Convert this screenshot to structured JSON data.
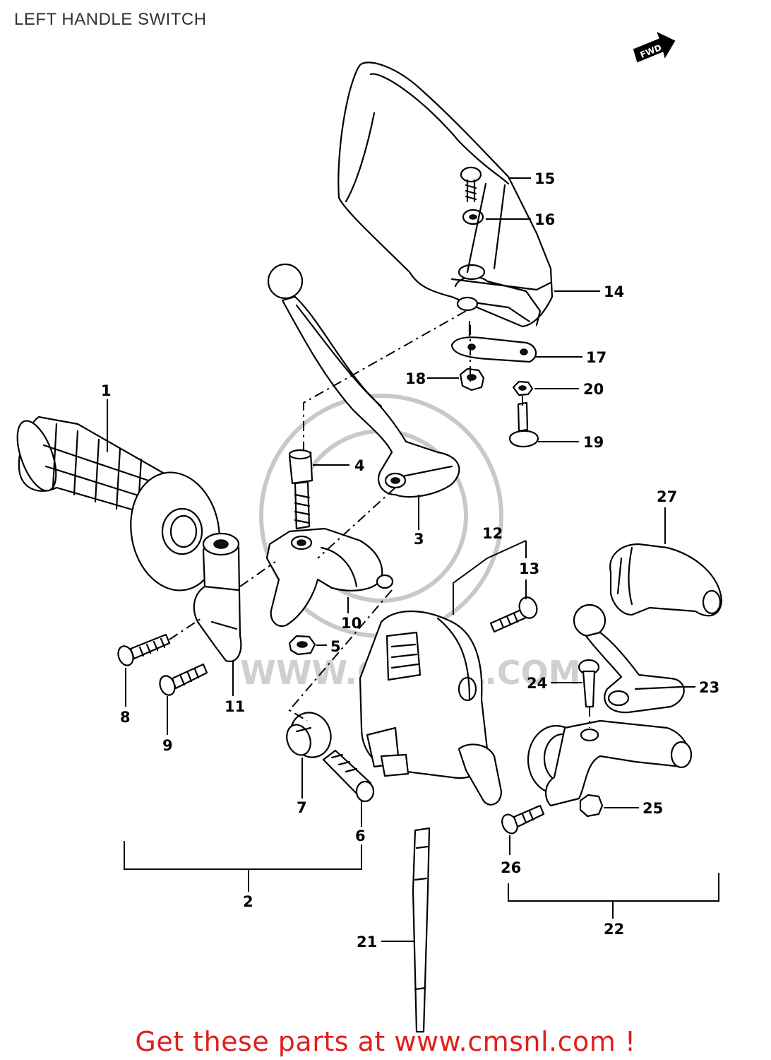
{
  "title": "LEFT HANDLE SWITCH",
  "forward_marker": "FWD",
  "watermark": "WWW.CMSNL.COM",
  "footer": "Get these parts at www.cmsnl.com !",
  "colors": {
    "footer": "#e0201c",
    "title": "#333333",
    "lines": "#000000"
  },
  "parts": [
    {
      "id": "1",
      "label": "1"
    },
    {
      "id": "2",
      "label": "2"
    },
    {
      "id": "3",
      "label": "3"
    },
    {
      "id": "4",
      "label": "4"
    },
    {
      "id": "5",
      "label": "5"
    },
    {
      "id": "6",
      "label": "6"
    },
    {
      "id": "7",
      "label": "7"
    },
    {
      "id": "8",
      "label": "8"
    },
    {
      "id": "9",
      "label": "9"
    },
    {
      "id": "10",
      "label": "10"
    },
    {
      "id": "11",
      "label": "11"
    },
    {
      "id": "12",
      "label": "12"
    },
    {
      "id": "13",
      "label": "13"
    },
    {
      "id": "14",
      "label": "14"
    },
    {
      "id": "15",
      "label": "15"
    },
    {
      "id": "16",
      "label": "16"
    },
    {
      "id": "17",
      "label": "17"
    },
    {
      "id": "18",
      "label": "18"
    },
    {
      "id": "19",
      "label": "19"
    },
    {
      "id": "20",
      "label": "20"
    },
    {
      "id": "21",
      "label": "21"
    },
    {
      "id": "22",
      "label": "22"
    },
    {
      "id": "23",
      "label": "23"
    },
    {
      "id": "24",
      "label": "24"
    },
    {
      "id": "25",
      "label": "25"
    },
    {
      "id": "26",
      "label": "26"
    },
    {
      "id": "27",
      "label": "27"
    }
  ]
}
